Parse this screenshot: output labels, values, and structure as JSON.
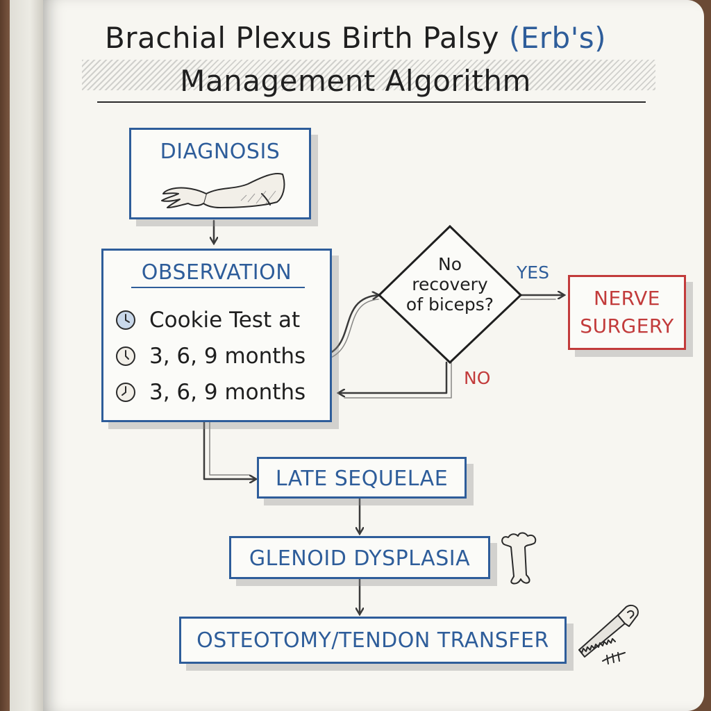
{
  "title": {
    "line1_main": "Brachial Plexus Birth Palsy ",
    "line1_accent": "(Erb's)",
    "line2": "Management Algorithm"
  },
  "nodes": {
    "diagnosis": {
      "label": "DIAGNOSIS",
      "icon": "arm-icon"
    },
    "observation": {
      "label": "OBSERVATION",
      "items": [
        "Cookie Test at",
        "3, 6, 9 months",
        "3, 6, 9 months"
      ],
      "item_icon": "clock-icon"
    },
    "decision": {
      "line1": "No",
      "line2": "recovery",
      "line3": "of biceps?"
    },
    "nerve_surgery": {
      "line1": "NERVE",
      "line2": "SURGERY"
    },
    "late_sequelae": {
      "label": "LATE SEQUELAE"
    },
    "glenoid": {
      "label": "GLENOID DYSPLASIA",
      "icon": "bone-icon"
    },
    "osteotomy": {
      "label": "OSTEOTOMY/TENDON TRANSFER",
      "icon": "saw-icon"
    }
  },
  "edges": {
    "yes": "YES",
    "no": "NO"
  },
  "colors": {
    "blue": "#2e5d9a",
    "red": "#c23b3b",
    "ink": "#1f1f1f",
    "paper": "#f7f6f1"
  }
}
